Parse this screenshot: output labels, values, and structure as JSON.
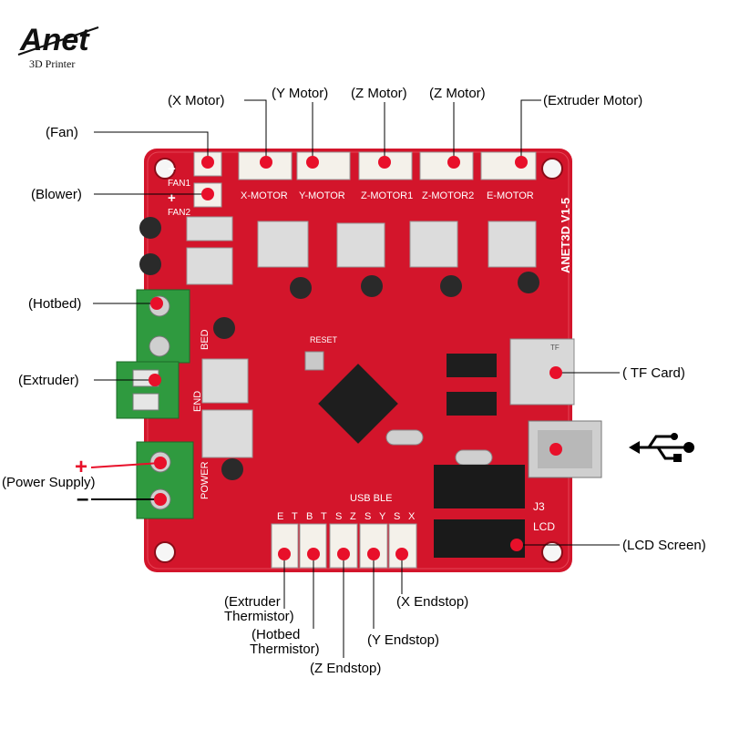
{
  "brand": {
    "name": "Anet",
    "subtitle": "3D Printer"
  },
  "board": {
    "version": "ANET3D V1-5",
    "silkscreen": {
      "fan1": "FAN1",
      "fan2": "FAN2",
      "x_motor": "X-MOTOR",
      "y_motor": "Y-MOTOR",
      "z_motor1": "Z-MOTOR1",
      "z_motor2": "Z-MOTOR2",
      "e_motor": "E-MOTOR",
      "bed": "BED",
      "end": "END",
      "power": "POWER",
      "reset": "RESET",
      "usb_ble": "USB BLE",
      "j3": "J3",
      "lcd": "LCD",
      "tf": "TF",
      "endstop_letters": [
        "E",
        "T",
        "B",
        "T",
        "S",
        "Z",
        "S",
        "Y",
        "S",
        "X"
      ]
    }
  },
  "labels": {
    "x_motor": "(X  Motor)",
    "y_motor": "(Y  Motor)",
    "z_motor_1": "(Z  Motor)",
    "z_motor_2": "(Z  Motor)",
    "extruder_motor": "(Extruder  Motor)",
    "fan": "(Fan)",
    "blower": "(Blower)",
    "hotbed": "(Hotbed)",
    "extruder": "(Extruder)",
    "power_supply": "(Power  Supply)",
    "tf_card": "( TF  Card)",
    "lcd_screen": "(LCD  Screen)",
    "extruder_thermistor_1": "(Extruder",
    "extruder_thermistor_2": "Thermistor)",
    "hotbed_thermistor_1": "(Hotbed",
    "hotbed_thermistor_2": "Thermistor)",
    "z_endstop": "(Z  Endstop)",
    "y_endstop": "(Y  Endstop)",
    "x_endstop": "(X  Endstop)"
  },
  "colors": {
    "pcb": "#d3152b",
    "pcb_dark": "#a70f20",
    "marker": "#e8102a",
    "terminal": "#2f9a3f",
    "heatsink": "#dcdcdc",
    "connector": "#f4f1ea",
    "leader": "#000000",
    "plus_sign": "#e8102a"
  },
  "symbols": {
    "plus": "+",
    "minus": "–",
    "usb": "usb-icon"
  }
}
